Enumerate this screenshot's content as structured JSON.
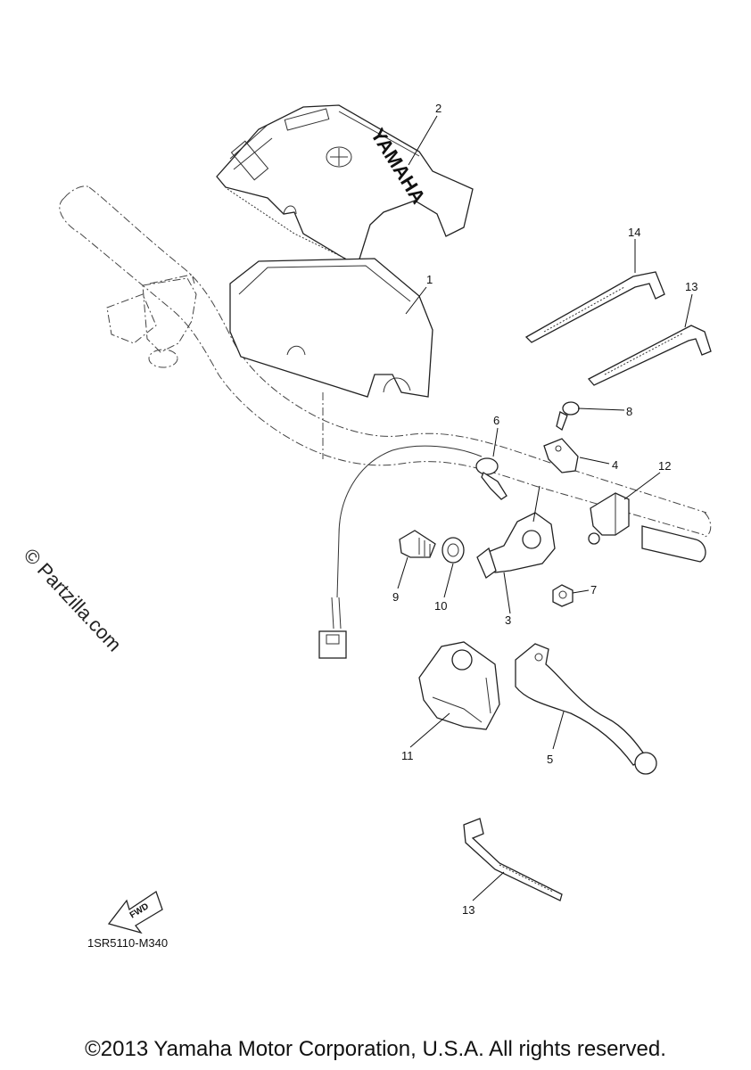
{
  "brand_text": "YAMAHA",
  "fwd_label": "FWD",
  "watermark": "© Partzilla.com",
  "reference_code": "1SR5110-M340",
  "copyright": "©2013 Yamaha Motor Corporation, U.S.A. All rights reserved.",
  "callouts": [
    {
      "id": "c1",
      "label": "1"
    },
    {
      "id": "c2",
      "label": "2"
    },
    {
      "id": "c3",
      "label": "3"
    },
    {
      "id": "c4",
      "label": "4"
    },
    {
      "id": "c5",
      "label": "5"
    },
    {
      "id": "c6",
      "label": "6"
    },
    {
      "id": "c7",
      "label": "7"
    },
    {
      "id": "c8",
      "label": "8"
    },
    {
      "id": "c9",
      "label": "9"
    },
    {
      "id": "c10",
      "label": "10"
    },
    {
      "id": "c11",
      "label": "11"
    },
    {
      "id": "c12",
      "label": "12"
    },
    {
      "id": "c13a",
      "label": "13"
    },
    {
      "id": "c13b",
      "label": "13"
    },
    {
      "id": "c14",
      "label": "14"
    }
  ]
}
